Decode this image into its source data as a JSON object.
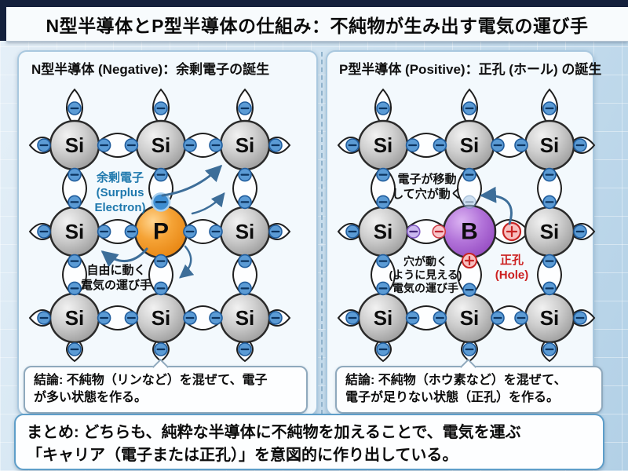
{
  "title": "N型半導体とP型半導体の仕組み：不純物が生み出す電気の運び手",
  "panels": {
    "left": {
      "header": "N型半導体 (Negative)：余剰電子の誕生",
      "lattice": {
        "atoms": [
          [
            "Si",
            "Si",
            "Si"
          ],
          [
            "Si",
            "P",
            "Si"
          ],
          [
            "Si",
            "Si",
            "Si"
          ]
        ]
      },
      "labels": {
        "surplus_electron": "余剰電子\n(Surplus\nElectron)",
        "free_carrier": "自由に動く\n電気の運び手"
      },
      "conclusion": "結論: 不純物（リンなど）を混ぜて、電子\nが多い状態を作る。"
    },
    "right": {
      "header": "P型半導体 (Positive)：正孔 (ホール) の誕生",
      "lattice": {
        "atoms": [
          [
            "Si",
            "Si",
            "Si"
          ],
          [
            "Si",
            "B",
            "Si"
          ],
          [
            "Si",
            "Si",
            "Si"
          ]
        ]
      },
      "labels": {
        "electron_moves": "電子が移動\nして穴が動く",
        "hole_moves": "穴が動く\n(ように見える)\n電気の運び手",
        "hole": "正孔\n(Hole)"
      },
      "conclusion": "結論: 不純物（ホウ素など）を混ぜて、\n電子が足りない状態（正孔）を作る。"
    }
  },
  "summary": "まとめ: どちらも、純粋な半導体に不純物を加えることで、電気を運ぶ\n「キャリア（電子または正孔）」を意図的に作り出している。",
  "symbols": {
    "electron_sign": "−",
    "hole_sign": "＋"
  },
  "colors": {
    "frame_navy": "#14203c",
    "background_blue": "#cfe3f1",
    "silicon": "#b9b9b9",
    "phosphorus": "#f29a22",
    "boron": "#a660cf",
    "electron_blue": "#5b9bd5",
    "hole_red": "#c82424",
    "arrow_blue": "#3d6e99",
    "surplus_label_blue": "#1e78ad",
    "hole_label_red": "#cc1f1f"
  }
}
